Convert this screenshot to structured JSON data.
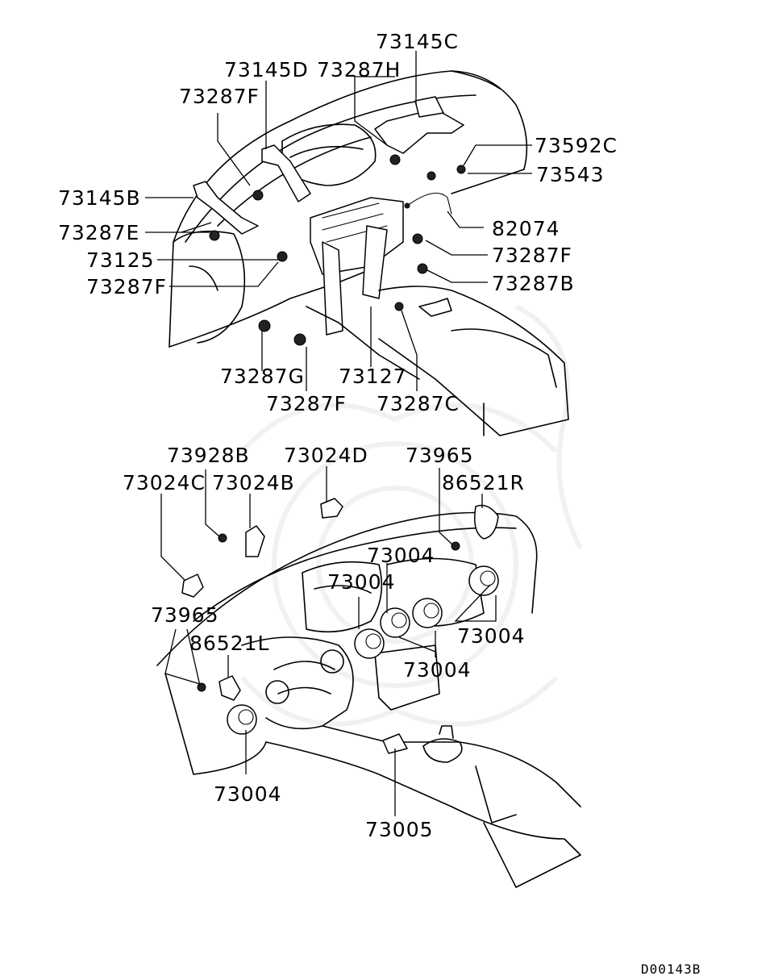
{
  "diagram_code": "D00143B",
  "upper_labels": {
    "l73145C": "73145C",
    "l73145D": "73145D",
    "l73287H": "73287H",
    "l73287F_a": "73287F",
    "l73592C": "73592C",
    "l73543": "73543",
    "l73145B": "73145B",
    "l82074": "82074",
    "l73287E": "73287E",
    "l73287F_b": "73287F",
    "l73125": "73125",
    "l73287F_c": "73287F",
    "l73287B": "73287B",
    "l73287G": "73287G",
    "l73127": "73127",
    "l73287C": "73287C",
    "l73287F_d": "73287F"
  },
  "lower_labels": {
    "l73928B": "73928B",
    "l73024D": "73024D",
    "l73965_a": "73965",
    "l73024C": "73024C",
    "l73024B": "73024B",
    "l86521R": "86521R",
    "l73004_a": "73004",
    "l73004_b": "73004",
    "l73965_b": "73965",
    "l73004_c": "73004",
    "l86521L": "86521L",
    "l73004_d": "73004",
    "l73004_e": "73004",
    "l73005": "73005"
  }
}
